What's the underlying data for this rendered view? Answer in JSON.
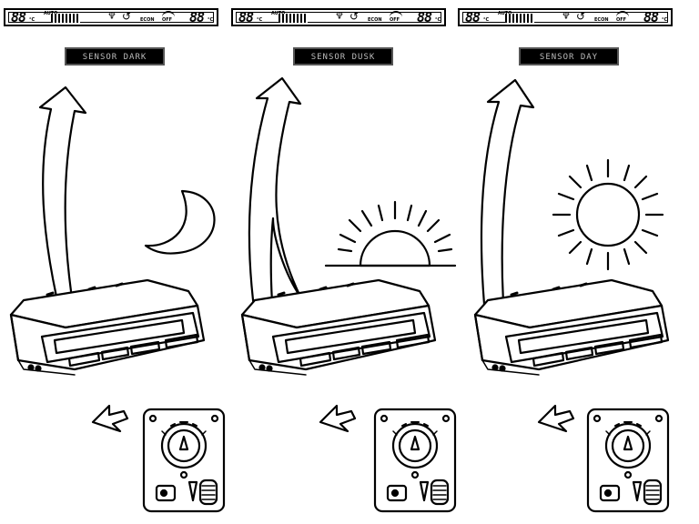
{
  "panels": [
    {
      "lcd": {
        "left_temp": "88",
        "auto": "AUTO",
        "econ": "ECON",
        "off": "OFF",
        "right_temp": "88"
      },
      "message": "SENSOR DARK",
      "scene": "moon-icon"
    },
    {
      "lcd": {
        "left_temp": "88",
        "auto": "AUTO",
        "econ": "ECON",
        "off": "OFF",
        "right_temp": "88"
      },
      "message": "SENSOR DUSK",
      "scene": "sunrise-icon"
    },
    {
      "lcd": {
        "left_temp": "88",
        "auto": "AUTO",
        "econ": "ECON",
        "off": "OFF",
        "right_temp": "88"
      },
      "message": "SENSOR DAY",
      "scene": "sun-icon"
    }
  ],
  "colors": {
    "ink": "#000000",
    "paper": "#ffffff",
    "message_bg": "#000000",
    "message_text": "#bbbbbb"
  }
}
